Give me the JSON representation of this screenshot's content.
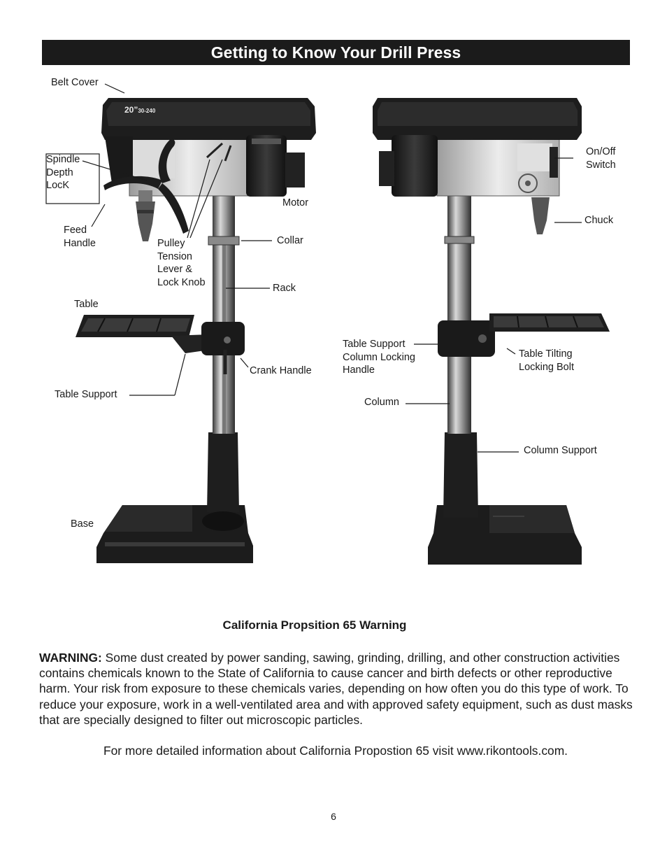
{
  "header": {
    "title": "Getting to Know Your Drill Press"
  },
  "front_view": {
    "model_badge": "20”",
    "model_number": "30-240",
    "labels": {
      "belt_cover": "Belt Cover",
      "spindle_depth_lock": [
        "Spindle",
        "Depth",
        "LocK"
      ],
      "feed_handle": [
        "Feed",
        "Handle"
      ],
      "pulley_tension": [
        "Pulley",
        "Tension",
        "Lever &",
        "Lock Knob"
      ],
      "motor": "Motor",
      "collar": "Collar",
      "rack": "Rack",
      "table": "Table",
      "crank_handle": "Crank Handle",
      "table_support": "Table Support",
      "base": "Base"
    }
  },
  "rear_view": {
    "labels": {
      "on_off_switch": [
        "On/Off",
        "Switch"
      ],
      "chuck": "Chuck",
      "table_support_column_locking_handle": [
        "Table Support",
        "Column Locking",
        "Handle"
      ],
      "table_tilting_locking_bolt": [
        "Table Tilting",
        "Locking Bolt"
      ],
      "column": "Column",
      "column_support": "Column Support"
    }
  },
  "warning": {
    "title": "California Propsition 65 Warning",
    "lead": "WARNING:",
    "body": " Some dust created by power sanding, sawing, grinding, drilling, and other construction activities contains chemicals known to the State of California to cause cancer and birth defects or other reproductive harm. Your risk from exposure to these chemicals varies, depending on how often you do this type of work. To reduce your exposure, work in a well-ventilated area and with approved safety equipment, such as dust masks that are specially designed to filter out microscopic particles.",
    "more_info": "For more detailed information about California Propostion 65 visit www.rikontools.com."
  },
  "footer": {
    "page_number": "6"
  }
}
